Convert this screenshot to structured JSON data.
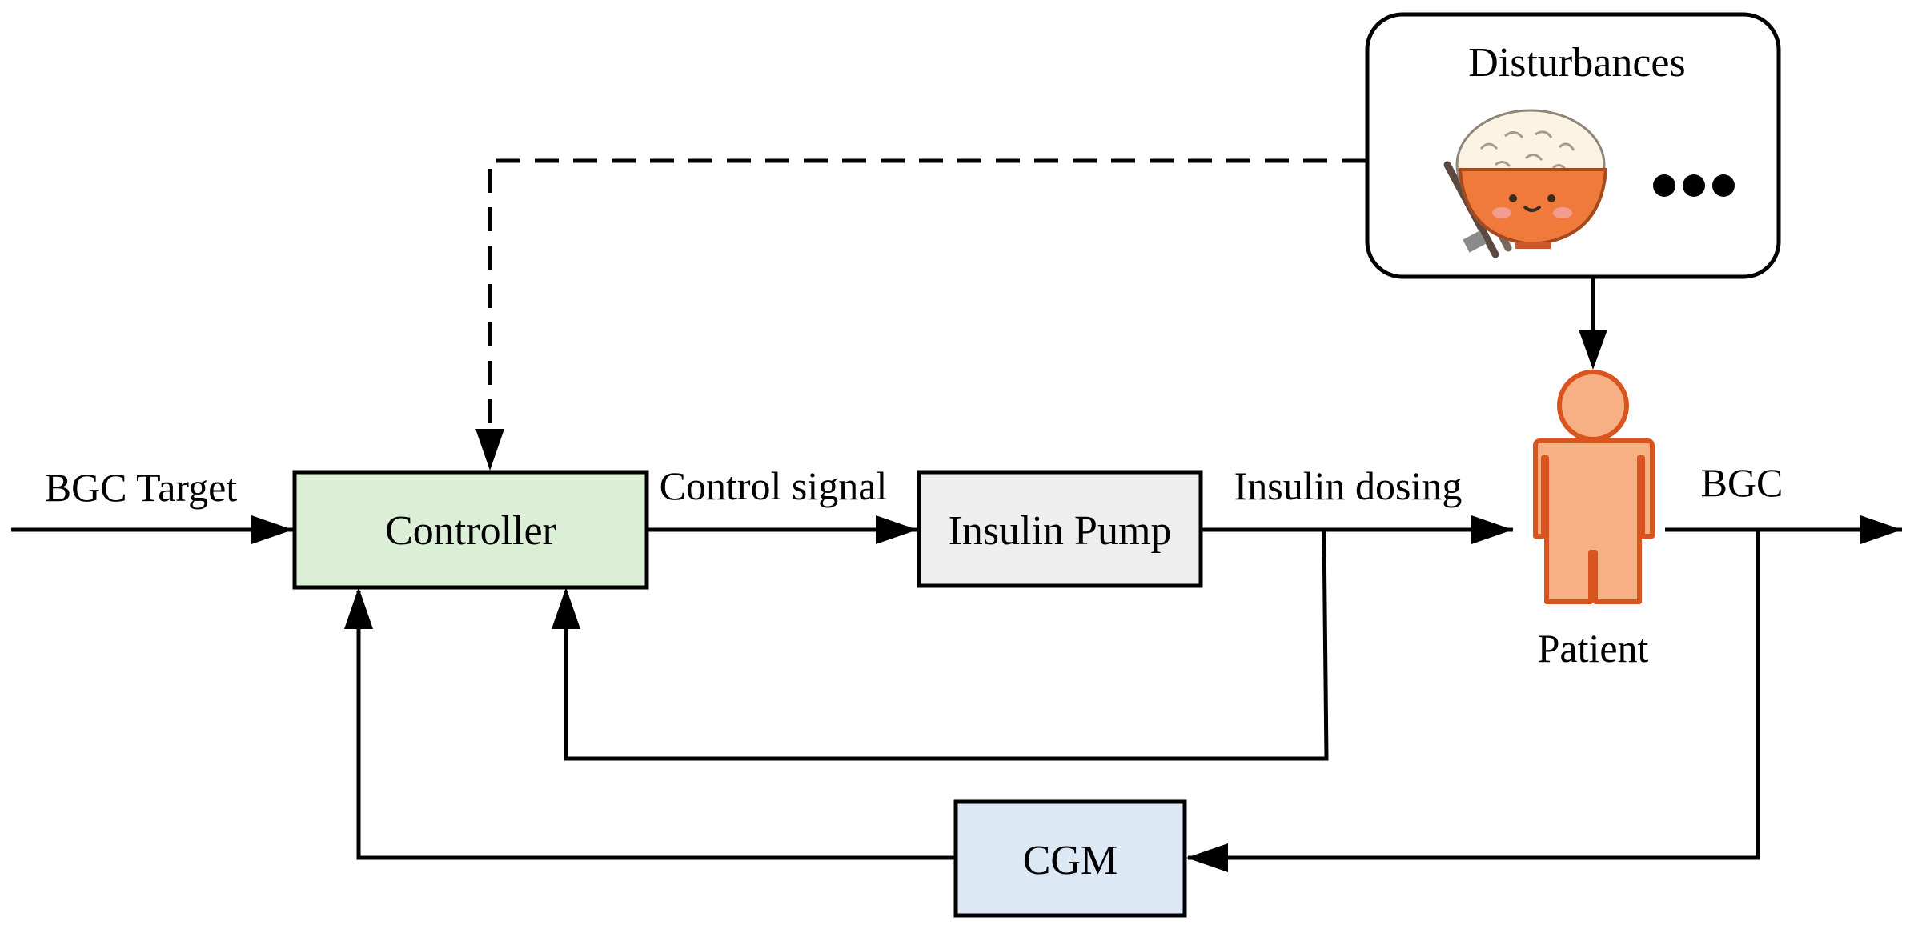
{
  "diagram": {
    "labels": {
      "bgc_target": "BGC Target",
      "control_signal": "Control signal",
      "insulin_dosing": "Insulin dosing",
      "bgc": "BGC",
      "patient": "Patient"
    },
    "blocks": {
      "controller": "Controller",
      "insulin_pump": "Insulin Pump",
      "cgm": "CGM",
      "disturbances": "Disturbances"
    },
    "icons": {
      "disturbances_food": "rice-bowl-with-chopsticks-icon",
      "disturbances_more": "ellipsis-icon",
      "patient": "person-icon"
    },
    "colors": {
      "controller_fill": "#dbeed6",
      "insulin_pump_fill": "#eeeeee",
      "cgm_fill": "#dce9f5",
      "patient_fill": "#f6b084",
      "patient_stroke": "#d9541e",
      "bowl_fill": "#f07a3c"
    }
  }
}
